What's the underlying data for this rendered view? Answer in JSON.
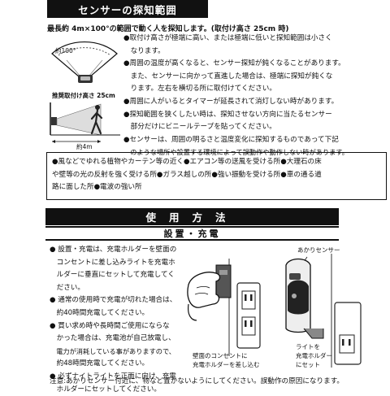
{
  "section1": {
    "title": "センサーの探知範囲",
    "range": "最長約 4m×100°の範囲で動く人を探知します。(取付け高さ 25cm 時)",
    "diagram": {
      "angle_label": "約100°",
      "height_label": "推奨取付け高さ 25cm",
      "distance_label": "約4m"
    },
    "bullets": [
      "●取付け高さが極端に高い、または極端に低いと探知範囲は小さく",
      "　なります。",
      "●周囲の温度が高くなると、センサー探知が鈍くなることがあります。",
      "　また、センサーに向かって直進した場合は、極端に探知が鈍くな",
      "　ります。左右を横切る所に取付けてください。",
      "●周囲に人がいるとタイマーが延長されて消灯しない時があります。",
      "●探知範囲を狭くしたい時は、探知させない方向に当たるセンサー",
      "　部分だけにビニールテープを貼ってください。",
      "●センサーは、周囲の明るさと温度変化に探知するものであって下記",
      "　のような場所や設置する環境によって誤動作や動作しない時があります。"
    ],
    "box_lines": [
      "●風などでゆれる植物やカーテン等の近く●エアコン等の送風を受ける所●大理石の床",
      "や壁等の光の反射を強く受ける所●ガラス越しの所●強い振動を受ける所●車の通る道",
      "路に面した所●電波の強い所"
    ]
  },
  "section2": {
    "title": "使用方法",
    "subtitle": "設置・充電",
    "instructions": [
      "● 設置・充電は、充電ホルダーを壁面の",
      "　コンセントに差し込みライトを充電ホ",
      "　ルダーに垂直にセットして充電してく",
      "　ださい。",
      "● 通常の使用時で充電が切れた場合は、",
      "　約40時間充電してください。",
      "● 買い求め時や長時間ご使用にならな",
      "　かった場合は、充電池が自己放電し、",
      "　電力が消耗している事がありますので、",
      "　約48時間充電してください。",
      "● 必ずナイトライトを正面に向け、充電",
      "　ホルダーにセットしてください。"
    ],
    "labels": {
      "sensor": "あかりセンサー",
      "outlet_1": "壁面のコンセントに",
      "outlet_2": "充電ホルダーを差し込む",
      "holder_1": "ライトを",
      "holder_2": "充電ホルダー",
      "holder_3": "にセット"
    },
    "note": "注意:あかりセンサー付近に、物など置かないようにしてください。誤動作の原因になります。"
  }
}
